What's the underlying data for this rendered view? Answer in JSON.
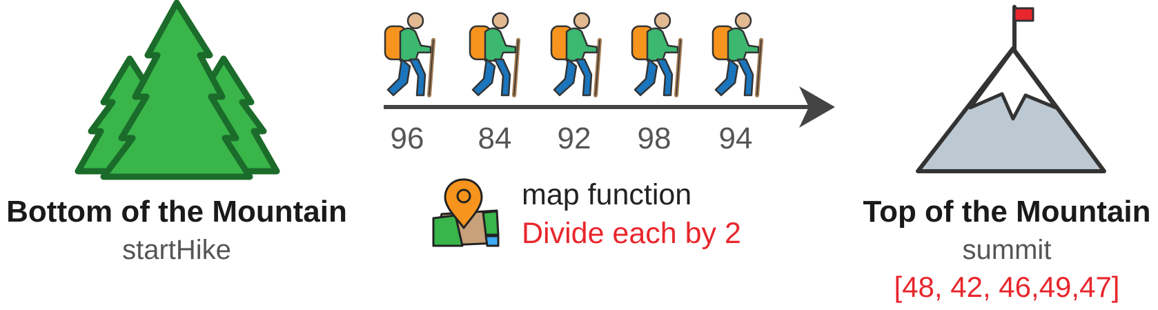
{
  "colors": {
    "tree_fill": "#39b54a",
    "tree_stroke": "#1b6b2a",
    "arrow": "#444444",
    "number_text": "#555555",
    "title_text": "#1a1a1a",
    "highlight_red": "#e8262c",
    "mountain_fill": "#bcc8d2",
    "flag": "#e8262c",
    "hiker_backpack": "#f7941d",
    "hiker_shirt": "#3cb870",
    "hiker_pants": "#1b75bc",
    "hiker_skin": "#e2b991",
    "stick": "#a07850"
  },
  "left": {
    "icon": "pine-trees-icon",
    "title": "Bottom of the Mountain",
    "subtitle": "startHike"
  },
  "middle": {
    "hiker_icon": "hiker-icon",
    "values": [
      "96",
      "84",
      "92",
      "98",
      "94"
    ],
    "map_icon": "map-pin-icon",
    "map_label": "map function",
    "map_desc": "Divide each by 2"
  },
  "right": {
    "icon": "mountain-flag-icon",
    "title": "Top of the Mountain",
    "subtitle": "summit",
    "result": "[48, 42, 46,49,47]"
  }
}
